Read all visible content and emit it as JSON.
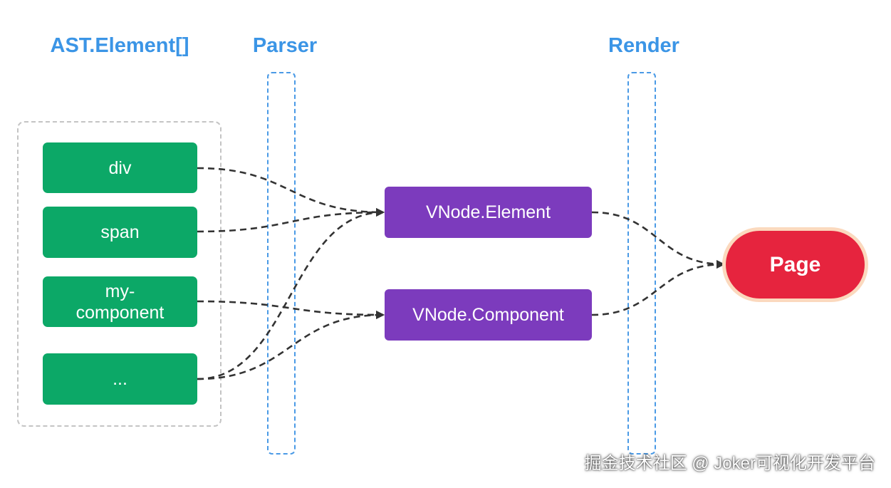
{
  "headers": {
    "ast": "AST.Element[]",
    "parser": "Parser",
    "render": "Render"
  },
  "ast_elements": [
    "div",
    "span",
    "my-\ncomponent",
    "..."
  ],
  "vnodes": {
    "element": "VNode.Element",
    "component": "VNode.Component"
  },
  "page": "Page",
  "watermark": "掘金技术社区 @ Joker可视化开发平台",
  "edges": [
    {
      "from": "div",
      "to": "VNode.Element"
    },
    {
      "from": "span",
      "to": "VNode.Element"
    },
    {
      "from": "my-component",
      "to": "VNode.Component"
    },
    {
      "from": "...",
      "to": "VNode.Element"
    },
    {
      "from": "...",
      "to": "VNode.Component"
    },
    {
      "from": "VNode.Element",
      "to": "Page"
    },
    {
      "from": "VNode.Component",
      "to": "Page"
    }
  ],
  "colors": {
    "header_text": "#3b95e6",
    "ast_node": "#0ca867",
    "vnode": "#7c3bbd",
    "page_node": "#e6243e",
    "page_glow": "#fbd9be",
    "lane_border": "#4a9ae6",
    "group_border": "#c4c4c4",
    "edge": "#333333"
  }
}
